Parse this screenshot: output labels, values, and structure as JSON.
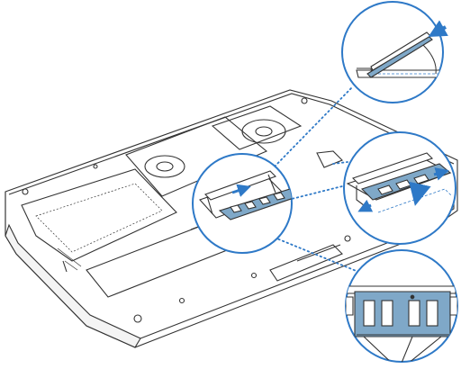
{
  "figure": {
    "palette": {
      "stroke": "#333333",
      "accent": "#2e79c7",
      "board": "#7fa8c8",
      "chip": "#ffffff",
      "background": "#ffffff"
    },
    "callouts": [
      {
        "name": "lever-release-callout",
        "icon": "arrow-icon"
      },
      {
        "name": "memory-removal-callout",
        "icon": "arrow-icon"
      },
      {
        "name": "memory-notch-callout",
        "icon": "notch-icon"
      }
    ]
  }
}
